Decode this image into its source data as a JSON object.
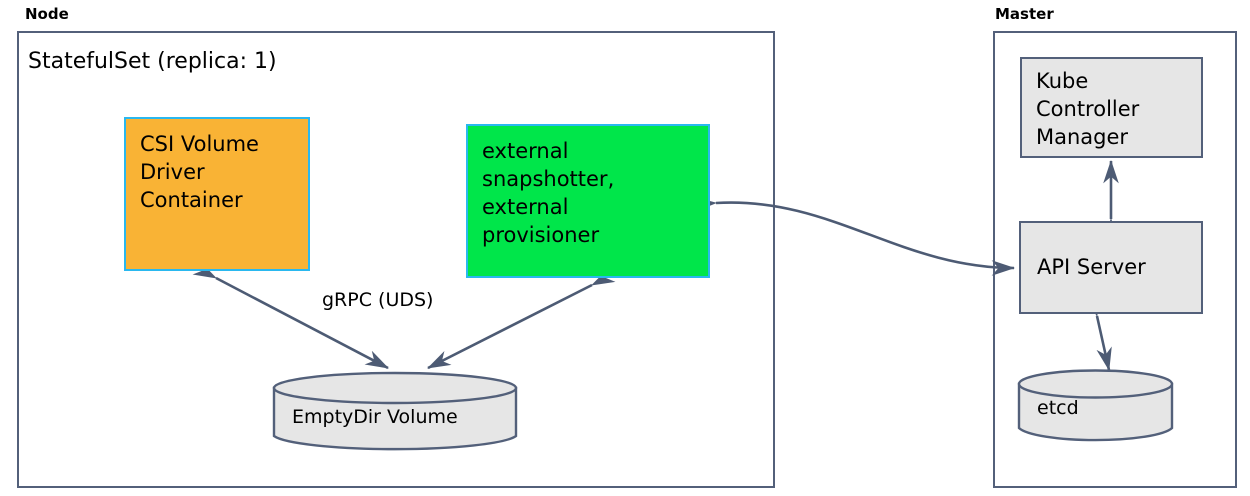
{
  "diagram": {
    "title_hidden": "",
    "groups": [
      {
        "id": "node",
        "label": "Node"
      },
      {
        "id": "master",
        "label": "Master"
      }
    ],
    "node_group": {
      "label": "Node",
      "statefulset_title": "StatefulSet (replica: 1)",
      "boxes": [
        {
          "id": "csi-volume-driver-container",
          "label": "CSI Volume\nDriver\nContainer",
          "fill": "#f9b335",
          "stroke": "#2ab8ef"
        },
        {
          "id": "external-sidecars",
          "label": "external\nsnapshotter,\nexternal\nprovisioner",
          "fill": "#00e64a",
          "stroke": "#2ab8ef"
        }
      ],
      "cylinder": {
        "id": "emptydir-volume",
        "label": "EmptyDir Volume",
        "fill": "#e6e6e6",
        "stroke": "#53607a"
      },
      "edge_labels": [
        {
          "id": "grpc-uds",
          "label": "gRPC (UDS)"
        }
      ]
    },
    "master_group": {
      "label": "Master",
      "boxes": [
        {
          "id": "kube-controller-manager",
          "label": "Kube\nController\nManager",
          "fill": "#e6e6e6",
          "stroke": "#53607a"
        },
        {
          "id": "api-server",
          "label": "API Server",
          "fill": "#e6e6e6",
          "stroke": "#53607a"
        }
      ],
      "cylinder": {
        "id": "etcd",
        "label": "etcd",
        "fill": "#e6e6e6",
        "stroke": "#53607a"
      }
    },
    "colors": {
      "arrow": "#4d5b74",
      "group_border": "#53607a",
      "orange_fill": "#f9b335",
      "green_fill": "#00e64a",
      "grey_fill": "#e6e6e6",
      "cyan_border": "#2ab8ef",
      "background": "#ffffff"
    },
    "connections": [
      {
        "id": "emptydir-to-csi",
        "from": "emptydir-volume",
        "to": "csi-volume-driver-container",
        "style": "single-arrow"
      },
      {
        "id": "emptydir-to-sidecars",
        "from": "emptydir-volume",
        "to": "external-sidecars",
        "style": "single-arrow"
      },
      {
        "id": "apiserver-to-sidecars",
        "from": "api-server",
        "to": "external-sidecars",
        "style": "double-arrow-curved"
      },
      {
        "id": "kcm-to-apiserver",
        "from": "kube-controller-manager",
        "to": "api-server",
        "style": "double-arrow"
      },
      {
        "id": "apiserver-to-etcd",
        "from": "api-server",
        "to": "etcd",
        "style": "double-arrow"
      }
    ]
  }
}
